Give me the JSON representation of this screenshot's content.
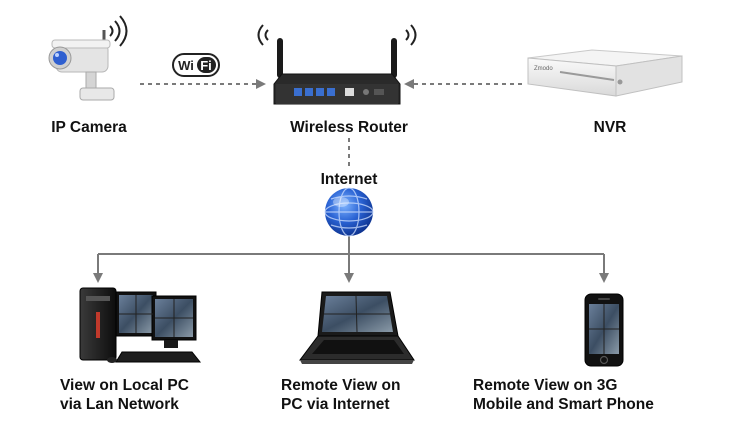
{
  "wifi_badge": {
    "wi": "Wi",
    "fi": "Fi"
  },
  "nodes": {
    "ip_camera": {
      "label": "IP Camera"
    },
    "router": {
      "label": "Wireless Router"
    },
    "nvr": {
      "label": "NVR",
      "brand": "Zmodo"
    },
    "internet": {
      "label": "Internet"
    }
  },
  "endpoints": {
    "local_pc": {
      "line1": "View on Local PC",
      "line2": "via Lan Network"
    },
    "laptop": {
      "line1": "Remote View on",
      "line2": "PC via Internet"
    },
    "phone": {
      "line1": "Remote View on 3G",
      "line2": "Mobile and Smart Phone"
    }
  },
  "colors": {
    "line": "#7a7a7a",
    "router_body": "#2a2a2a",
    "port_blue": "#3a6fd0",
    "globe": "#1b4fb8",
    "camera_lens": "#2f5fd0",
    "text": "#111111"
  }
}
